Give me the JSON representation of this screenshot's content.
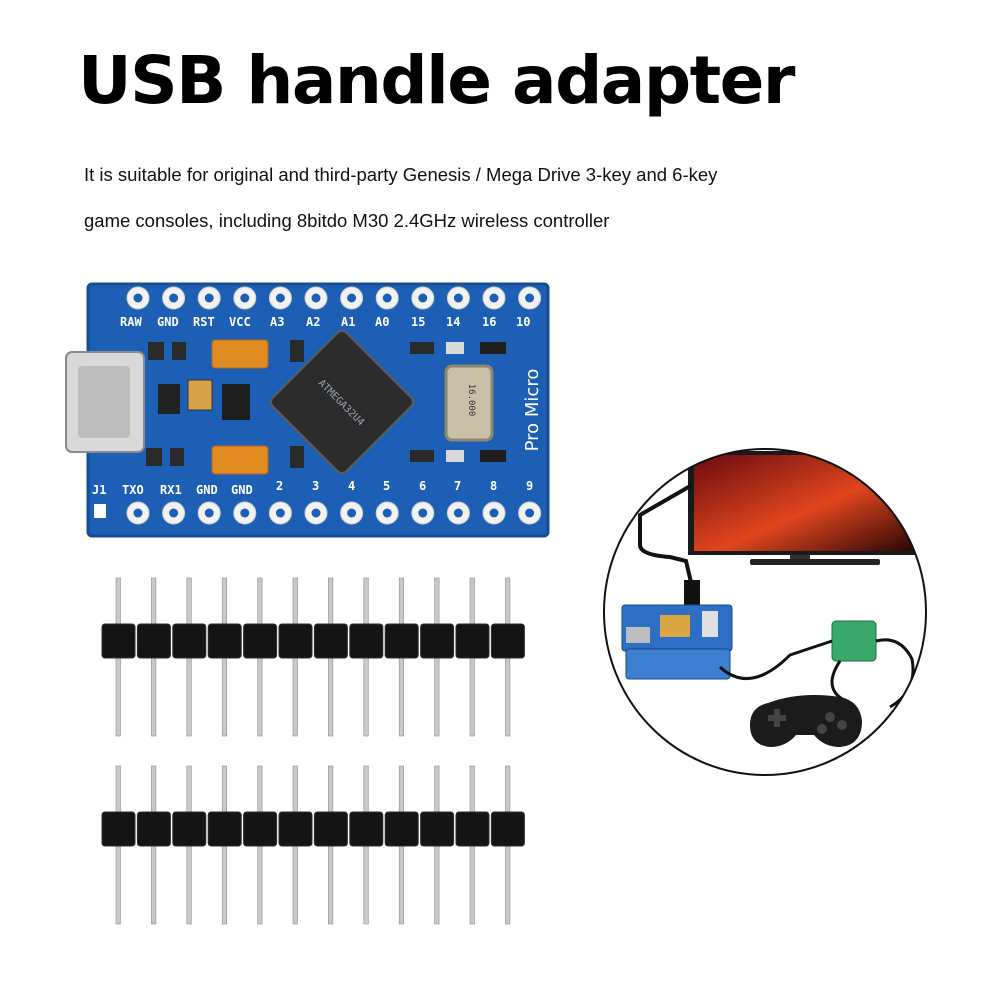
{
  "title": "USB handle adapter",
  "description": {
    "line1": "It is suitable for original and third-party Genesis / Mega Drive 3-key and 6-key",
    "line2": "game consoles, including 8bitdo M30 2.4GHz wireless controller"
  },
  "board": {
    "top_pins": [
      "RAW",
      "GND",
      "RST",
      "VCC",
      "A3",
      "A2",
      "A1",
      "A0",
      "15",
      "14",
      "16",
      "10"
    ],
    "bottom_pins": [
      "J1",
      "TXO",
      "RX1",
      "GND",
      "GND",
      "2",
      "3",
      "4",
      "5",
      "6",
      "7",
      "8",
      "9"
    ],
    "side_label": "Pro Micro",
    "chip_label": "ATMEGA32U4",
    "crystal_label": "16.000",
    "colors": {
      "pcb": "#1d5fb4",
      "pcb_edge": "#164c94",
      "pad": "#f4f4f4"
    }
  },
  "icons": [
    "microcontroller-board",
    "pin-header-strip",
    "tv-setup-illustration"
  ]
}
